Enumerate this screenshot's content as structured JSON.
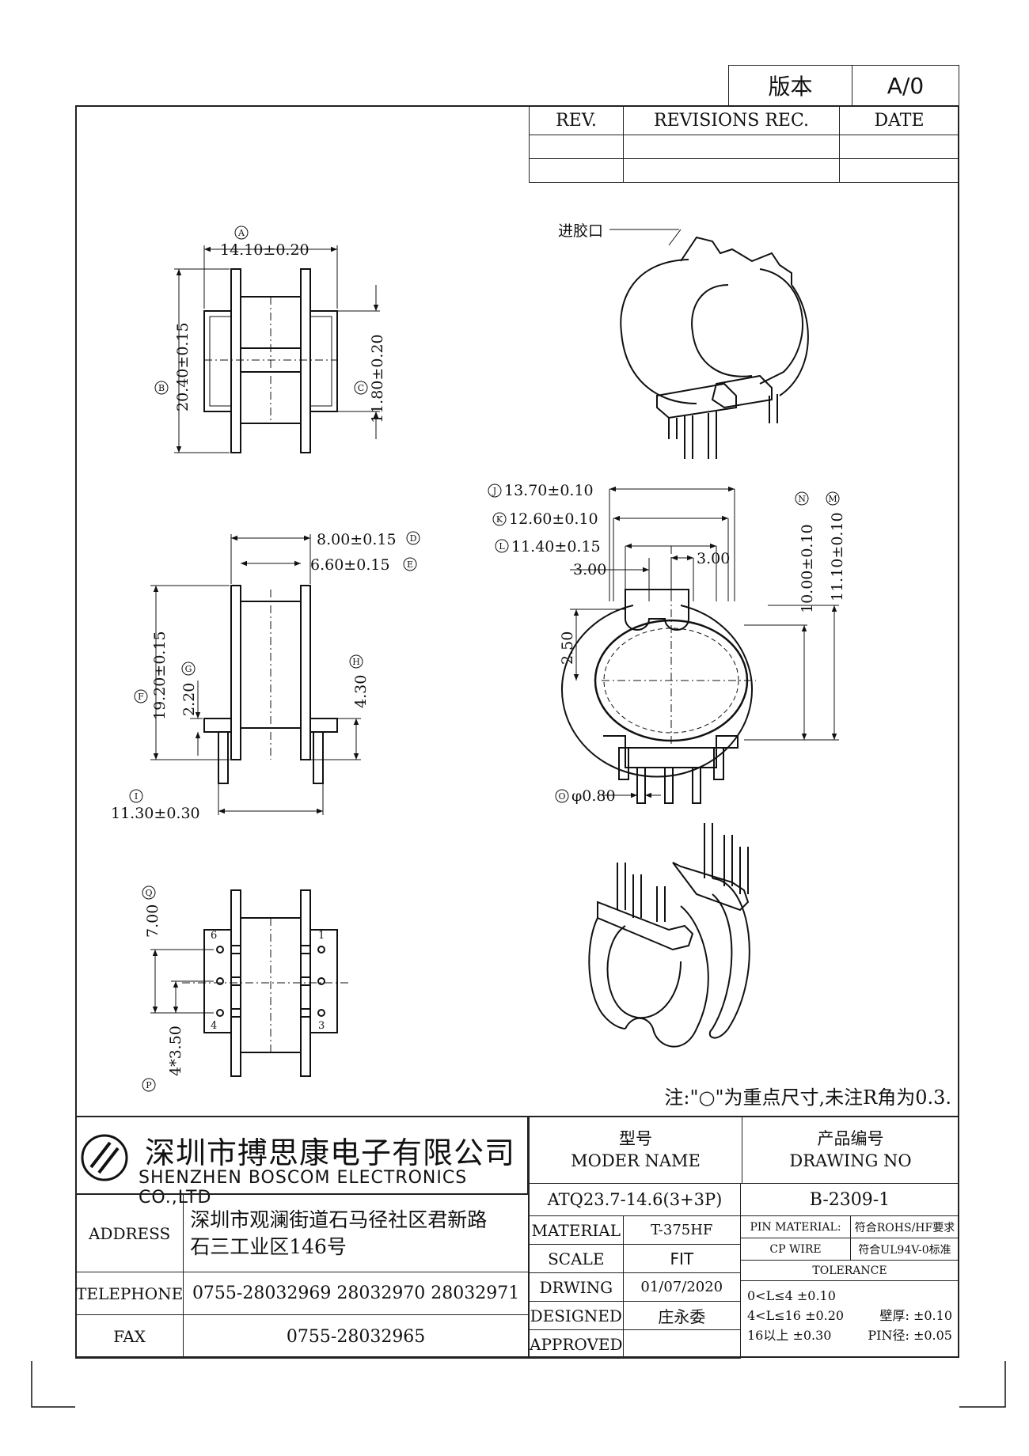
{
  "version_box": {
    "label": "版本",
    "value": "A/0"
  },
  "revisions": {
    "col_rev": "REV.",
    "col_rec": "REVISIONS REC.",
    "col_date": "DATE"
  },
  "top_view": {
    "dim_a": "14.10±0.20",
    "dim_b": "20.40±0.15",
    "dim_c": "11.80±0.20",
    "tag_a": "A",
    "tag_b": "B",
    "tag_c": "C"
  },
  "side_view": {
    "dim_d": "8.00±0.15",
    "dim_e": "6.60±0.15",
    "dim_f": "19.20±0.15",
    "dim_g": "2.20",
    "dim_h": "4.30",
    "dim_i": "11.30±0.30",
    "tag_d": "D",
    "tag_e": "E",
    "tag_f": "F",
    "tag_g": "G",
    "tag_h": "H",
    "tag_i": "I"
  },
  "front_view": {
    "dim_j": "13.70±0.10",
    "dim_k": "12.60±0.10",
    "dim_l": "11.40±0.15",
    "dim_3a": "3.00",
    "dim_3b": "3.00",
    "dim_250": "2.50",
    "dim_n": "10.00±0.10",
    "dim_m": "11.10±0.10",
    "dim_o": "φ0.80",
    "tag_j": "J",
    "tag_k": "K",
    "tag_l": "L",
    "tag_m": "M",
    "tag_n": "N",
    "tag_o": "O"
  },
  "bottom_view": {
    "dim_q": "7.00",
    "dim_p": "4*3.50",
    "tag_q": "Q",
    "tag_p": "P",
    "pin_1": "1",
    "pin_3": "3",
    "pin_4": "4",
    "pin_6": "6"
  },
  "iso_label": "进胶口",
  "note": "注:\"○\"为重点尺寸,未注R角为0.3.",
  "company": {
    "name_cn": "深圳市搏思康电子有限公司",
    "name_en": "SHENZHEN BOSCOM ELECTRONICS CO.,LTD"
  },
  "address": {
    "label": "ADDRESS",
    "line1": "深圳市观澜街道石马径社区君新路",
    "line2": "石三工业区146号"
  },
  "telephone": {
    "label": "TELEPHONE",
    "value": "0755-28032969 28032970 28032971"
  },
  "fax": {
    "label": "FAX",
    "value": "0755-28032965"
  },
  "model": {
    "label_cn": "型号",
    "label_en": "MODER NAME",
    "value": "ATQ23.7-14.6(3+3P)"
  },
  "drawing_no": {
    "label_cn": "产品编号",
    "label_en": "DRAWING NO",
    "value": "B-2309-1"
  },
  "material": {
    "label": "MATERIAL",
    "value": "T-375HF"
  },
  "scale": {
    "label": "SCALE",
    "value": "FIT"
  },
  "drwing": {
    "label": "DRWING",
    "value": "01/07/2020"
  },
  "designed": {
    "label": "DESIGNED",
    "value": "庄永委"
  },
  "approved": {
    "label": "APPROVED",
    "value": ""
  },
  "pin_material": {
    "label": "PIN MATERIAL:",
    "value": "符合ROHS/HF要求"
  },
  "cp_wire": {
    "label": "CP WIRE",
    "value": "符合UL94V-0标准"
  },
  "tolerance": {
    "title": "TOLERANCE",
    "r1": "0<L≤4  ±0.10",
    "r2": "4<L≤16  ±0.20",
    "r3": "16以上     ±0.30",
    "w1": "壁厚:  ±0.10",
    "w2": "PIN径: ±0.05"
  }
}
